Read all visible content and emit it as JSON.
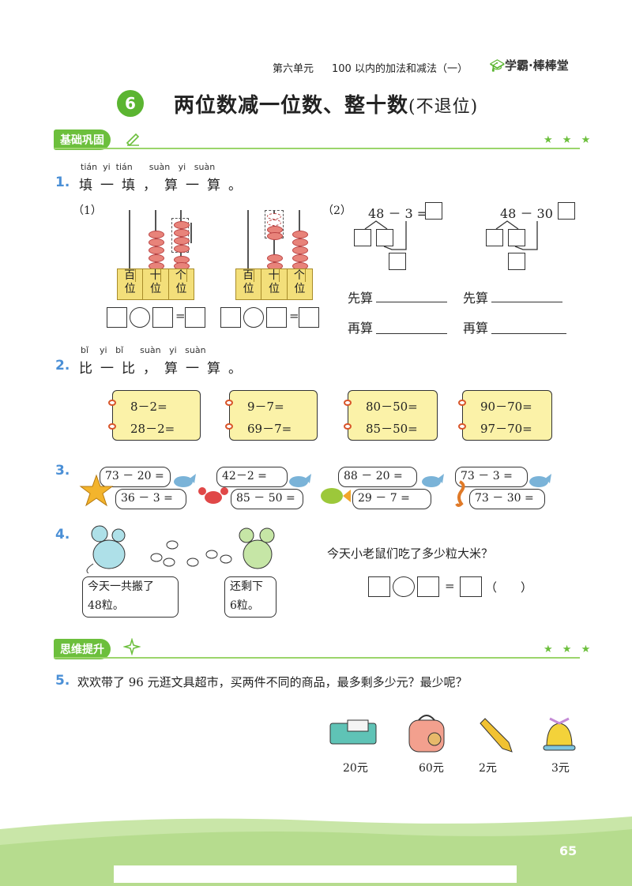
{
  "header": {
    "unit": "第六单元",
    "topic": "100 以内的加法和减法（一）",
    "brand": "学霸·棒棒堂"
  },
  "lesson": {
    "number": "6",
    "title": "两位数减一位数、整十数",
    "subtitle": "(不退位)"
  },
  "sections": {
    "basic": "基础巩固",
    "thinking": "思维提升",
    "stars": "★ ★ ★"
  },
  "q1": {
    "num": "1.",
    "pinyin": [
      "tián",
      "yi",
      "tián",
      "suàn",
      "yi",
      "suàn"
    ],
    "text": "填一填，算一算。",
    "part1": "（1）",
    "part2": "（2）",
    "abacus_labels": [
      [
        "百",
        "位"
      ],
      [
        "十",
        "位"
      ],
      [
        "个",
        "位"
      ]
    ],
    "eq_a": "48 － 3 =",
    "eq_b": "48 － 30 =",
    "first": "先算",
    "then": "再算",
    "equals": "="
  },
  "q2": {
    "num": "2.",
    "pinyin": [
      "bǐ",
      "yi",
      "bǐ",
      "suàn",
      "yi",
      "suàn"
    ],
    "text": "比一比，算一算。",
    "cards": [
      [
        "8－2=",
        "28－2="
      ],
      [
        "9－7=",
        "69－7="
      ],
      [
        "80－50=",
        "85－50="
      ],
      [
        "90－70=",
        "97－70="
      ]
    ]
  },
  "q3": {
    "num": "3.",
    "pairs": [
      [
        "73 － 20 =",
        "36 － 3 ="
      ],
      [
        "42－2 =",
        "85 － 50 ="
      ],
      [
        "88 － 20 =",
        "29 － 7 ="
      ],
      [
        "73 － 3 =",
        "73 － 30 ="
      ]
    ]
  },
  "q4": {
    "num": "4.",
    "speech1": [
      "今天一共搬了",
      "48粒。"
    ],
    "speech2": [
      "还剩下",
      "6粒。"
    ],
    "question": "今天小老鼠们吃了多少粒大米？",
    "paren": "（　　）"
  },
  "q5": {
    "num": "5.",
    "text": "欢欢带了 96 元逛文具超市，买两件不同的商品，最多剩多少元？最少呢？",
    "items": [
      {
        "icon": "pencil-case-icon",
        "price": "20元"
      },
      {
        "icon": "backpack-icon",
        "price": "60元"
      },
      {
        "icon": "pencil-icon",
        "price": "2元"
      },
      {
        "icon": "bell-icon",
        "price": "3元"
      }
    ]
  },
  "page_number": "65",
  "colors": {
    "accent": "#6cbf3c",
    "question_number": "#4a8fd6",
    "card": "#fbf2a8",
    "bead": "#e8837a"
  }
}
